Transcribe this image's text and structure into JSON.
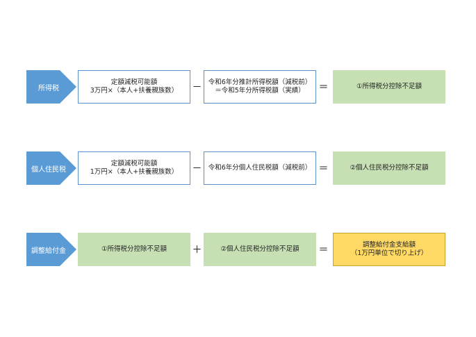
{
  "rows": [
    {
      "label": "所得税",
      "box1": {
        "line1": "定額減税可能額",
        "line2": "3万円×（本人+扶養親族数）"
      },
      "op1": "－",
      "box2": {
        "line1": "令和6年分推計所得税額（減税前）",
        "line2": "＝令和5年分所得税額（実績）"
      },
      "op2": "＝",
      "result": {
        "line1": "①所得税分控除不足額",
        "line2": ""
      }
    },
    {
      "label": "個人住民税",
      "box1": {
        "line1": "定額減税可能額",
        "line2": "1万円×（本人+扶養親族数）"
      },
      "op1": "－",
      "box2": {
        "line1": "令和6年分個人住民税額（減税前）",
        "line2": ""
      },
      "op2": "＝",
      "result": {
        "line1": "②個人住民税分控除不足額",
        "line2": ""
      }
    },
    {
      "label": "調整給付金",
      "box1": {
        "line1": "①所得税分控除不足額",
        "line2": ""
      },
      "op1": "＋",
      "box2": {
        "line1": "②個人住民税分控除不足額",
        "line2": ""
      },
      "op2": "＝",
      "result": {
        "line1": "調整給付金支給額",
        "line2": "（1万円単位で切り上げ）"
      }
    }
  ],
  "colors": {
    "tag": "#5b9bd5",
    "box_border": "#5b8fc9",
    "green": "#c6e0b4",
    "yellow": "#ffd966"
  }
}
